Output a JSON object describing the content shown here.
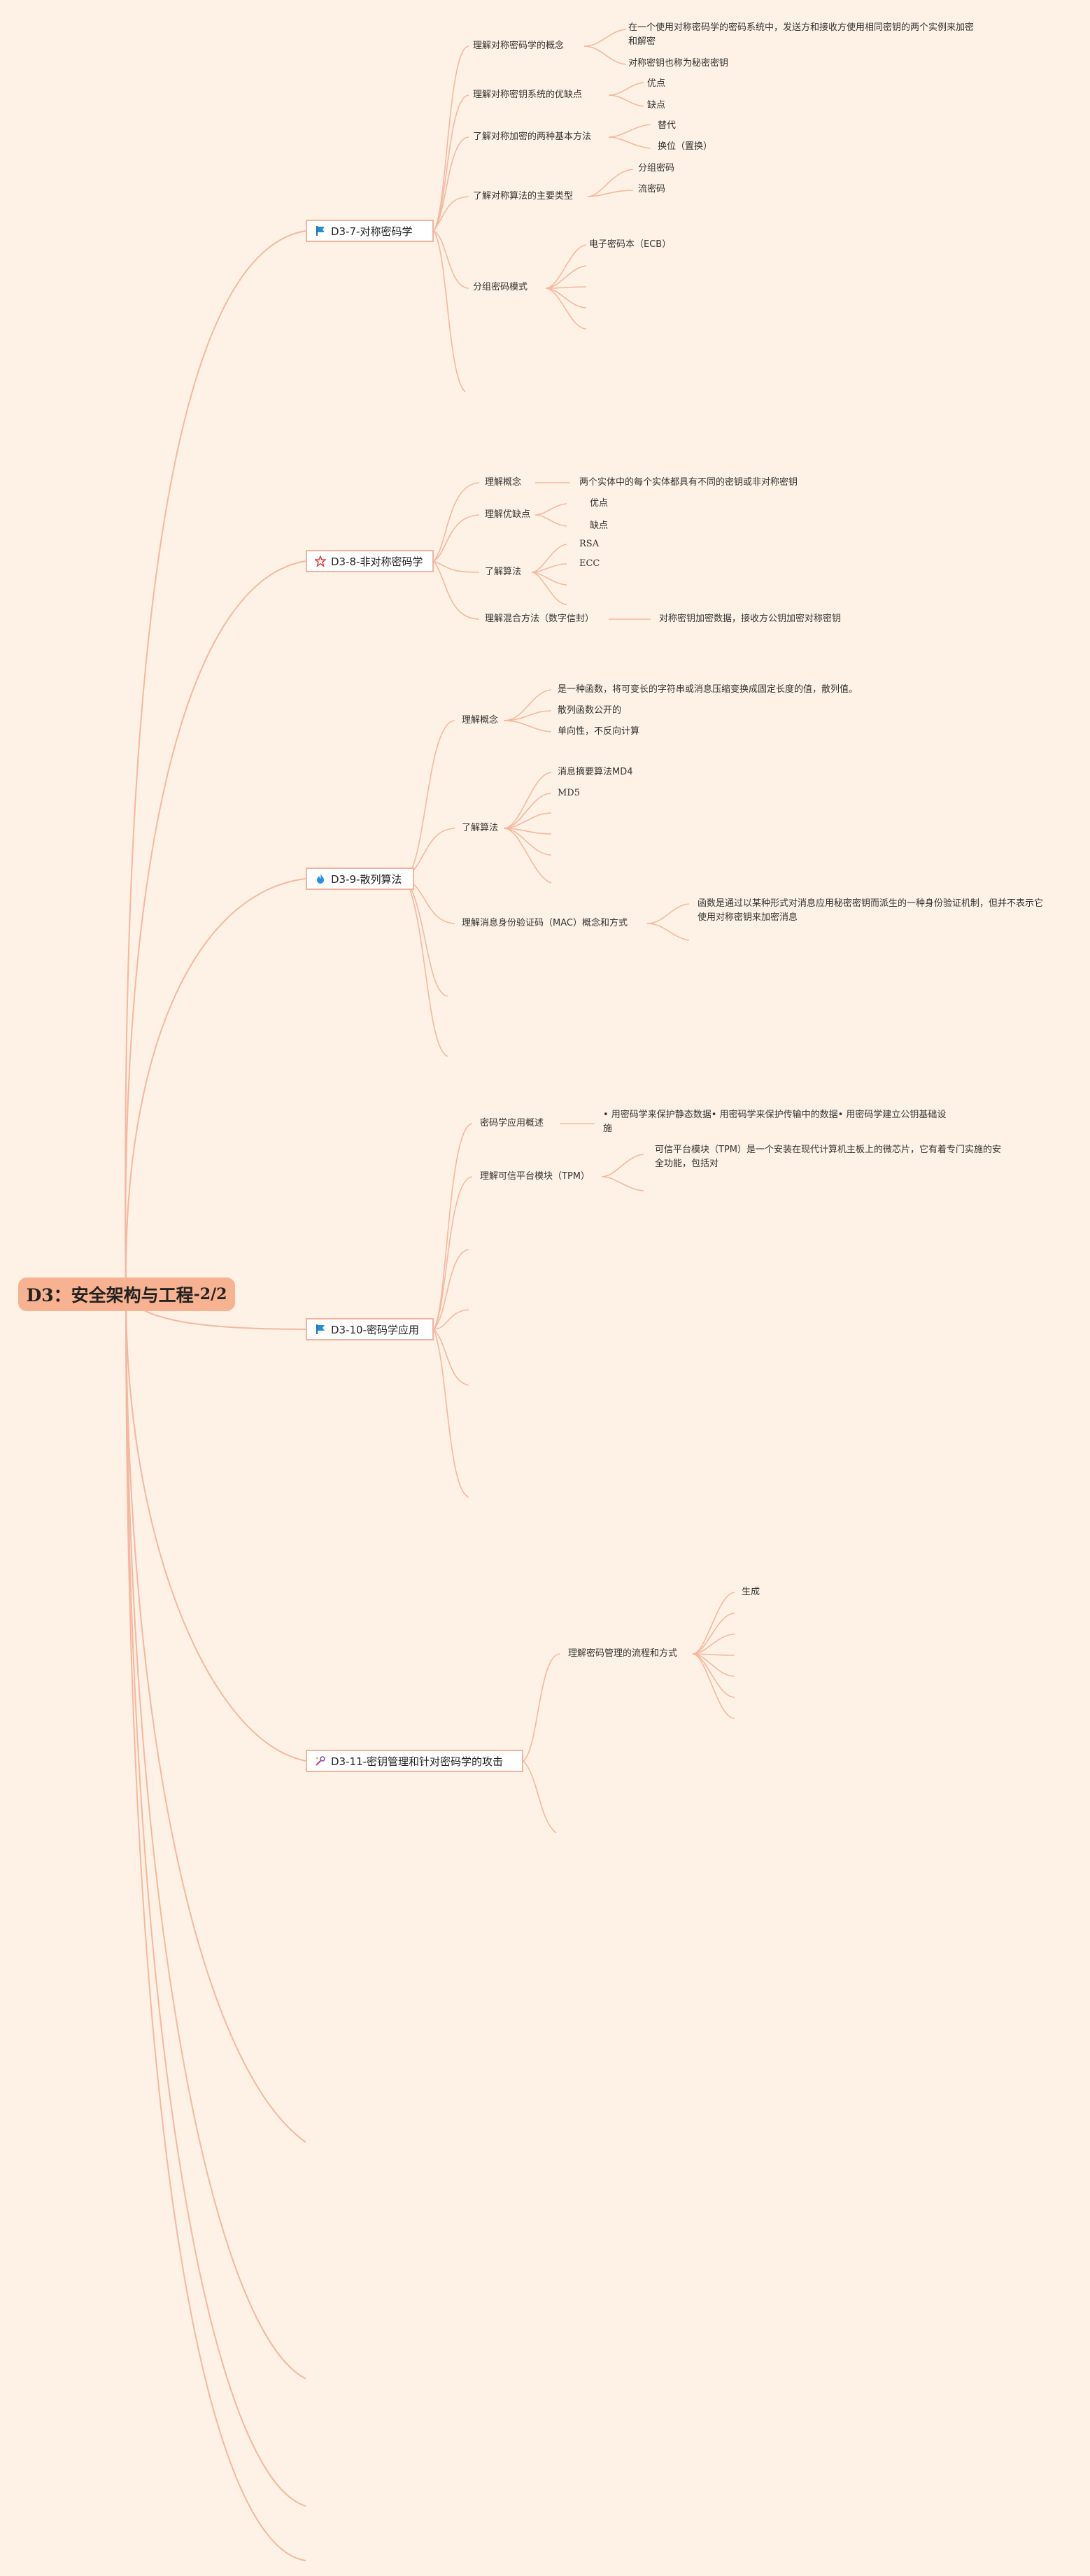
{
  "root": {
    "title": "D3：安全架构与工程",
    "suffix": "-2/2"
  },
  "topics": {
    "t37": {
      "label": "D3-7-对称密码学",
      "icon": "flag-icon"
    },
    "t38": {
      "label": "D3-8-非对称密码学",
      "icon": "star-icon"
    },
    "t39": {
      "label": "D3-9-散列算法",
      "icon": "fire-icon"
    },
    "t310": {
      "label": "D3-10-密码学应用",
      "icon": "flag-icon"
    },
    "t311": {
      "label": "D3-11-密钥管理和针对密码学的攻击",
      "icon": "tools-icon"
    }
  },
  "d37": {
    "concept": "理解对称密码学的概念",
    "concept_desc1": "在一个使用对称密码学的密码系统中，发送方和接收方使用相同密钥的两个实例来加密和解密",
    "concept_desc2": "对称密钥也称为秘密密钥",
    "pros_cons": "理解对称密钥系统的优缺点",
    "pros": "优点",
    "cons": "缺点",
    "methods": "了解对称加密的两种基本方法",
    "substitution": "替代",
    "transposition": "换位（置换）",
    "types": "了解对称算法的主要类型",
    "block": "分组密码",
    "stream": "流密码",
    "modes": "分组密码模式",
    "ecb": "电子密码本（ECB）"
  },
  "d38": {
    "concept": "理解概念",
    "concept_desc": "两个实体中的每个实体都具有不同的密钥或非对称密钥",
    "pros_cons": "理解优缺点",
    "pros": "优点",
    "cons": "缺点",
    "algos": "了解算法",
    "rsa": "RSA",
    "ecc": "ECC",
    "hybrid": "理解混合方法（数字信封）",
    "hybrid_desc": "对称密钥加密数据，接收方公钥加密对称密钥"
  },
  "d39": {
    "concept": "理解概念",
    "desc1": "是一种函数，将可变长的字符串或消息压缩变换成固定长度的值，散列值。",
    "desc2": "散列函数公开的",
    "desc3": "单向性，不反向计算",
    "algos": "了解算法",
    "md4": "消息摘要算法MD4",
    "md5": "MD5",
    "mac": "理解消息身份验证码（MAC）概念和方式",
    "mac_desc": "函数是通过以某种形式对消息应用秘密密钥而派生的一种身份验证机制，但并不表示它使用对称密钥来加密消息"
  },
  "d310": {
    "overview": "密码学应用概述",
    "overview_desc": "• 用密码学来保护静态数据• 用密码学来保护传输中的数据• 用密码学建立公钥基础设施",
    "tpm": "理解可信平台模块（TPM）",
    "tpm_desc": "可信平台模块（TPM）是一个安装在现代计算机主板上的微芯片，它有着专门实施的安全功能，包括对"
  },
  "d311": {
    "process": "理解密码管理的流程和方式",
    "generate": "生成"
  }
}
